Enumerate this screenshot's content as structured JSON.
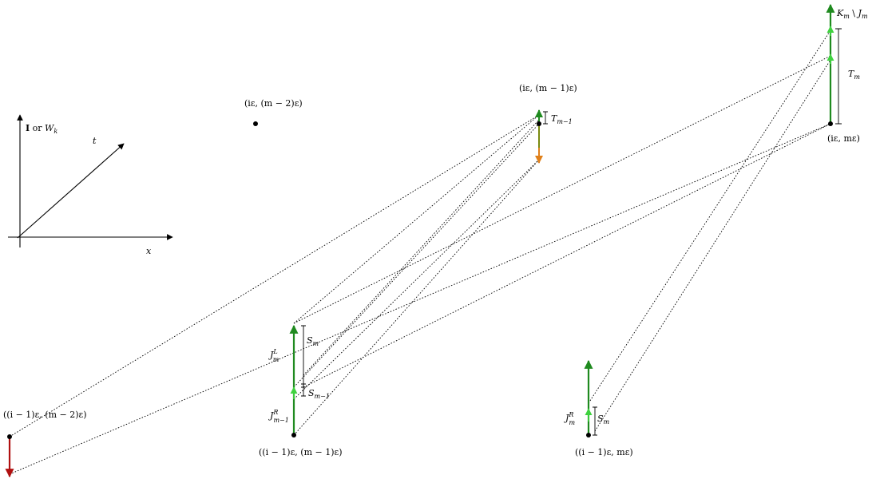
{
  "axes": {
    "vertical_label_bold": "I",
    "vertical_label_or": " or ",
    "vertical_label_W": "W",
    "vertical_label_W_sub": "k",
    "diagonal_label": "t",
    "horizontal_label": "x"
  },
  "points": {
    "top_left": "(iε, (m − 2)ε)",
    "top_mid": "(iε, (m − 1)ε)",
    "top_right": "(iε, mε)",
    "bottom_left": "((i − 1)ε, (m − 2)ε)",
    "bottom_mid": "((i − 1)ε, (m − 1)ε)",
    "bottom_right": "((i − 1)ε, mε)"
  },
  "intervals": {
    "T_m": {
      "base": "T",
      "sub": "m"
    },
    "T_m_minus_1": {
      "base": "T",
      "sub": "m−1"
    },
    "K_m_minus_J_m": {
      "base_k": "K",
      "sub_k": "m",
      "setminus": " \\ ",
      "base_j": "J",
      "sub_j": "m"
    },
    "S_m_left": {
      "base": "S",
      "sub": "m"
    },
    "S_m_minus_1": {
      "base": "S",
      "sub": "m−1"
    },
    "S_m_right": {
      "base": "S",
      "sub": "m"
    },
    "J_L_m": {
      "base": "J",
      "sup": "L",
      "sub": "m"
    },
    "J_R_m_minus_1": {
      "base": "J",
      "sup": "R",
      "sub": "m−1"
    },
    "J_R_m": {
      "base": "J",
      "sup": "R",
      "sub": "m"
    }
  },
  "colors": {
    "green": "#1f8a1f",
    "light_green": "#3fd23f",
    "red": "#b01010",
    "orange": "#e0801a",
    "black": "#000000"
  }
}
